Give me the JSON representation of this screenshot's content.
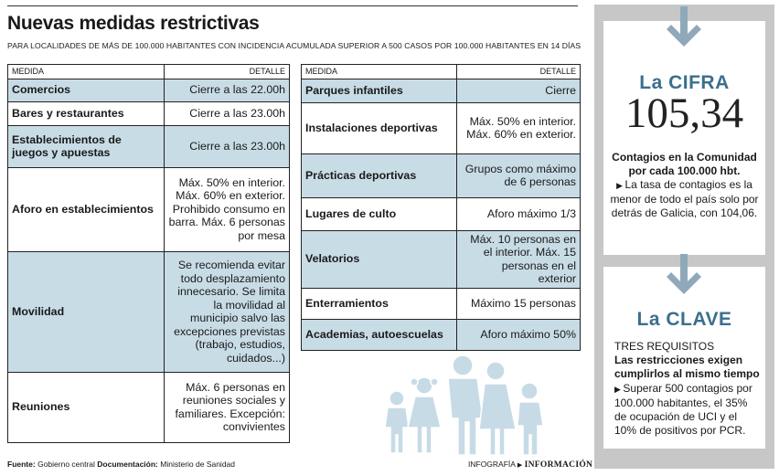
{
  "header": {
    "title": "Nuevas medidas restrictivas",
    "subtitle": "PARA LOCALIDADES DE MÁS DE 100.000 HABITANTES CON INCIDENCIA ACUMULADA SUPERIOR A 500 CASOS POR 100.000 HABITANTES EN 14 DÍAS"
  },
  "table_left": {
    "col_medida": "MEDIDA",
    "col_detalle": "DETALLE",
    "rows": [
      {
        "medida": "Comercios",
        "detalle": "Cierre a las 22.00h"
      },
      {
        "medida": "Bares y restaurantes",
        "detalle": "Cierre a las 23.00h"
      },
      {
        "medida": "Establecimientos de juegos y apuestas",
        "detalle": "Cierre a las 23.00h"
      },
      {
        "medida": "Aforo en establecimientos",
        "detalle": "Máx. 50% en interior. Máx. 60% en exterior. Prohibido consumo en barra. Máx. 6 personas por mesa"
      },
      {
        "medida": "Movilidad",
        "detalle": "Se recomienda evitar todo desplazamiento innecesario. Se limita la movilidad al municipio salvo las excepciones previstas (trabajo, estudios, cuidados...)"
      },
      {
        "medida": "Reuniones",
        "detalle": "Máx. 6 personas en reuniones sociales y familiares. Excepción: convivientes"
      }
    ]
  },
  "table_right": {
    "col_medida": "MEDIDA",
    "col_detalle": "DETALLE",
    "rows": [
      {
        "medida": "Parques infantiles",
        "detalle": "Cierre"
      },
      {
        "medida": "Instalaciones deportivas",
        "detalle": "Máx. 50% en interior. Máx. 60% en exterior."
      },
      {
        "medida": "Prácticas deportivas",
        "detalle": "Grupos como máximo de 6 personas"
      },
      {
        "medida": "Lugares de culto",
        "detalle": "Aforo máximo 1/3"
      },
      {
        "medida": "Velatorios",
        "detalle": "Máx. 10 personas en el interior. Máx. 15 personas en el exterior"
      },
      {
        "medida": "Enterramientos",
        "detalle": "Máximo 15 personas"
      },
      {
        "medida": "Academias, autoescuelas",
        "detalle": "Aforo máximo 50%"
      }
    ]
  },
  "footer": {
    "fuente_label": "Fuente:",
    "fuente": "Gobierno central",
    "documentacion_label": "Documentación:",
    "documentacion": "Ministerio de Sanidad",
    "credit_prefix": "INFOGRAFÍA",
    "credit_brand": "INFORMACIÓN"
  },
  "cifra": {
    "heading": "La CIFRA",
    "value": "105,34",
    "bold": "Contagios en la Comunidad por cada 100.000 hbt.",
    "text": "La tasa de contagios es la menor de todo el país solo por detrás de Galicia, con 104,06."
  },
  "clave": {
    "heading": "La CLAVE",
    "subheading": "TRES REQUISITOS",
    "bold": "Las restricciones exigen cumplirlos al mismo tiempo",
    "text": "Superar 500 contagios por 100.000 habitantes, el 35% de ocupación de UCI y el 10% de positivos por PCR."
  },
  "colors": {
    "row_shade": "#c8dce6",
    "accent": "#3a6f8e",
    "sidebar_bg": "#c7c7c7",
    "arrow": "#8fa9bb",
    "family": "#c6dbe6"
  },
  "icons": {
    "arrow": "down-arrow-icon",
    "triangle": "triangle-bullet-icon",
    "illustration": "family-illustration"
  }
}
